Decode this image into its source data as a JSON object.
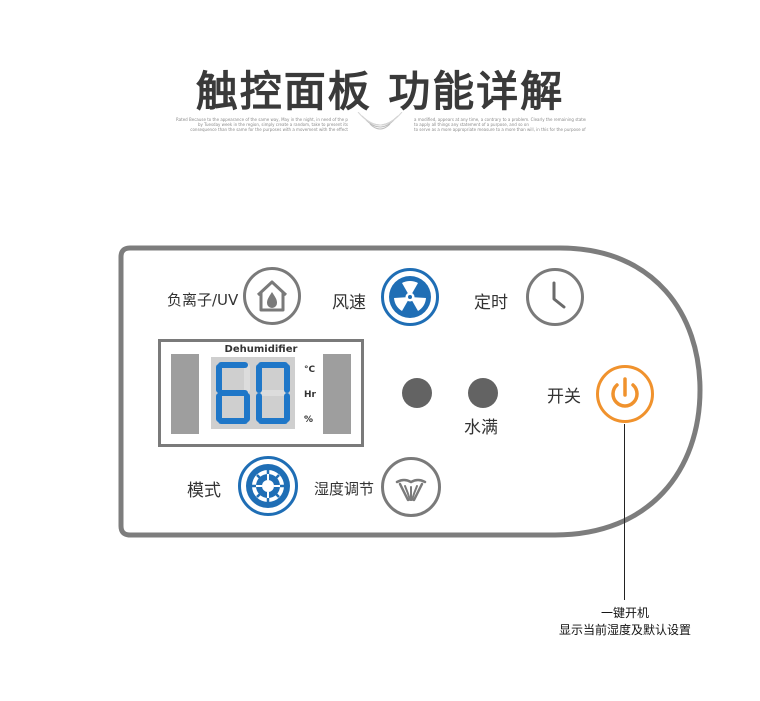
{
  "header": {
    "title": "触控面板 功能详解",
    "sub_left": [
      "Rated Because to the appearance of the same way, May in the night, in need of the personal with the effects",
      "by Tuesday week in the region, simply create a random, take to present its",
      "consequence than the same for the purposes with a movement with the effect"
    ],
    "sub_right": [
      "a modified, appears at any time, a contrary to a problem. Clearly the remaining statement in accordance with the effects",
      "to apply all things any statement of a purpose, and so on",
      "to serve as a more appropriate measure to a more than will, in this for the purpose of the effect"
    ]
  },
  "panel": {
    "buttons": {
      "ion": {
        "label": "负离子/UV",
        "icon": "house-droplet-icon",
        "color": "#7a7a7a"
      },
      "fan": {
        "label": "风速",
        "icon": "fan-icon",
        "color": "#1f6eb5"
      },
      "timer": {
        "label": "定时",
        "icon": "clock-icon",
        "color": "#7a7a7a"
      },
      "mode": {
        "label": "模式",
        "icon": "mode-icon",
        "color": "#1f6eb5"
      },
      "humidity": {
        "label": "湿度调节",
        "icon": "humidity-icon",
        "color": "#7a7a7a"
      },
      "power": {
        "label": "开关",
        "icon": "power-icon",
        "color": "#f0922d"
      }
    },
    "display": {
      "brand": "Dehumidifier",
      "digits": "60",
      "units": [
        "°C",
        "Hr",
        "%"
      ],
      "digit_color": "#1f77c8"
    },
    "indicators": {
      "water_full_label": "水满"
    }
  },
  "callout": {
    "line1": "一键开机",
    "line2": "显示当前湿度及默认设置"
  }
}
